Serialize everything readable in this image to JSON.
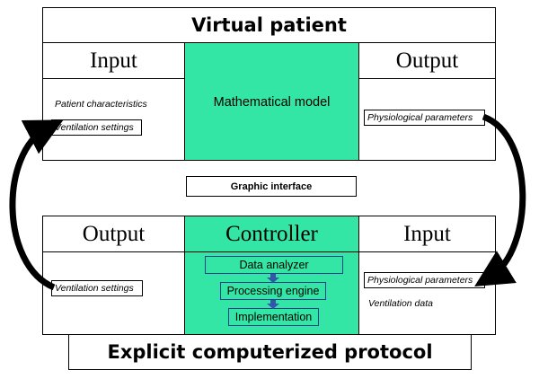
{
  "virtual_patient": {
    "title": "Virtual patient",
    "input_header": "Input",
    "output_header": "Output",
    "model_label": "Mathematical model",
    "input_items": [
      "Patient characteristics",
      "Ventilation settings"
    ],
    "output_items": [
      "Physiological parameters"
    ]
  },
  "graphic_interface": "Graphic interface",
  "controller_section": {
    "output_header": "Output",
    "controller_header": "Controller",
    "input_header": "Input",
    "steps": [
      "Data analyzer",
      "Processing engine",
      "Implementation"
    ],
    "output_items": [
      "Ventilation settings"
    ],
    "input_items": [
      "Physiological parameters",
      "Ventilation data"
    ]
  },
  "protocol_title": "Explicit computerized protocol",
  "colors": {
    "model_fill": "#33E6A6",
    "step_border": "#1F3F8F",
    "arrow": "#000000",
    "step_arrow": "#3355AA"
  }
}
